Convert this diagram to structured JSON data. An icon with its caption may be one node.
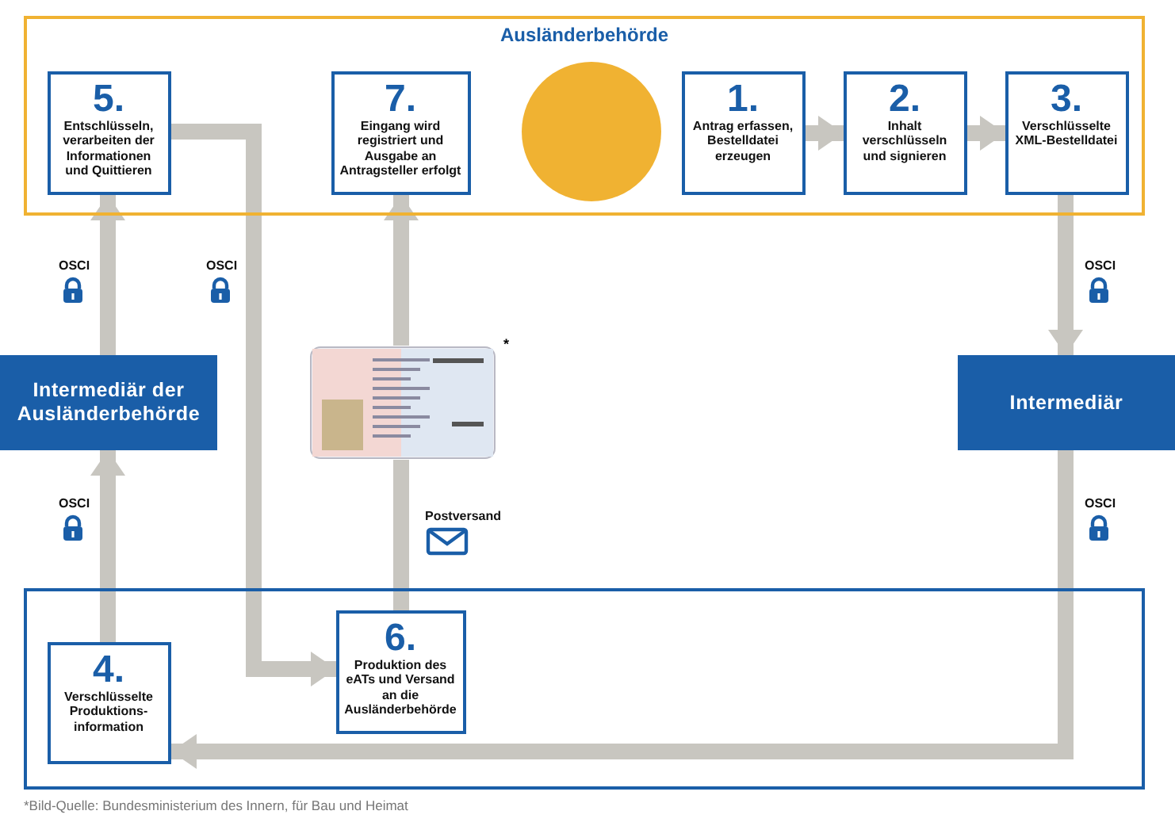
{
  "diagram": {
    "caption": "*Bild-Quelle: Bundesministerium des Innern, für Bau und Heimat",
    "nodes": [
      {
        "text": [
          "Ausländerbehörde"
        ]
      },
      {
        "text": [
          "5.",
          "Entschlüsseln, verarbeiten der Informationen und Quittieren"
        ],
        "in": 0
      },
      {
        "text": [
          "7.",
          "Eingang wird registriert und Ausgabe an Antragsteller erfolgt"
        ],
        "in": 0
      },
      {
        "text": [],
        "shape": "circle",
        "in": 0
      },
      {
        "text": [
          "1.",
          "Antrag erfassen, Bestelldatei erzeugen"
        ],
        "in": 0
      },
      {
        "text": [
          "2.",
          "Inhalt verschlüsseln und signieren"
        ],
        "in": 0
      },
      {
        "text": [
          "3.",
          "Verschlüsselte XML-Bestelldatei"
        ],
        "in": 0
      },
      {
        "text": [
          "Intermediär der Ausländerbehörde"
        ]
      },
      {
        "text": [
          "Intermediär"
        ]
      },
      {
        "text": [],
        "shape": "picture",
        "beside": [
          "*"
        ]
      },
      {
        "text": [],
        "shape": "box"
      },
      {
        "text": [
          "4.",
          "Verschlüsselte Produktions-information"
        ],
        "in": 10
      },
      {
        "text": [
          "6.",
          "Produktion des eATs und Versand an die Ausländerbehörde"
        ],
        "in": 10
      }
    ],
    "edges": [
      {
        "from": 4,
        "to": 5,
        "arrow": "to"
      },
      {
        "from": 5,
        "to": 6,
        "arrow": "to"
      },
      {
        "from": 6,
        "to": 8,
        "arrow": "to",
        "label": "OSCI"
      },
      {
        "from": 8,
        "to": 11,
        "arrow": "to",
        "label": "OSCI"
      },
      {
        "from": 11,
        "to": 7,
        "arrow": "to",
        "label": "OSCI"
      },
      {
        "from": 7,
        "to": 1,
        "arrow": "to",
        "label": "OSCI"
      },
      {
        "from": 1,
        "to": 12,
        "arrow": "to",
        "label": "OSCI"
      },
      {
        "from": 12,
        "to": 9,
        "arrow": "none",
        "label": "Postversand"
      },
      {
        "from": 9,
        "to": 2,
        "arrow": "to"
      }
    ]
  }
}
